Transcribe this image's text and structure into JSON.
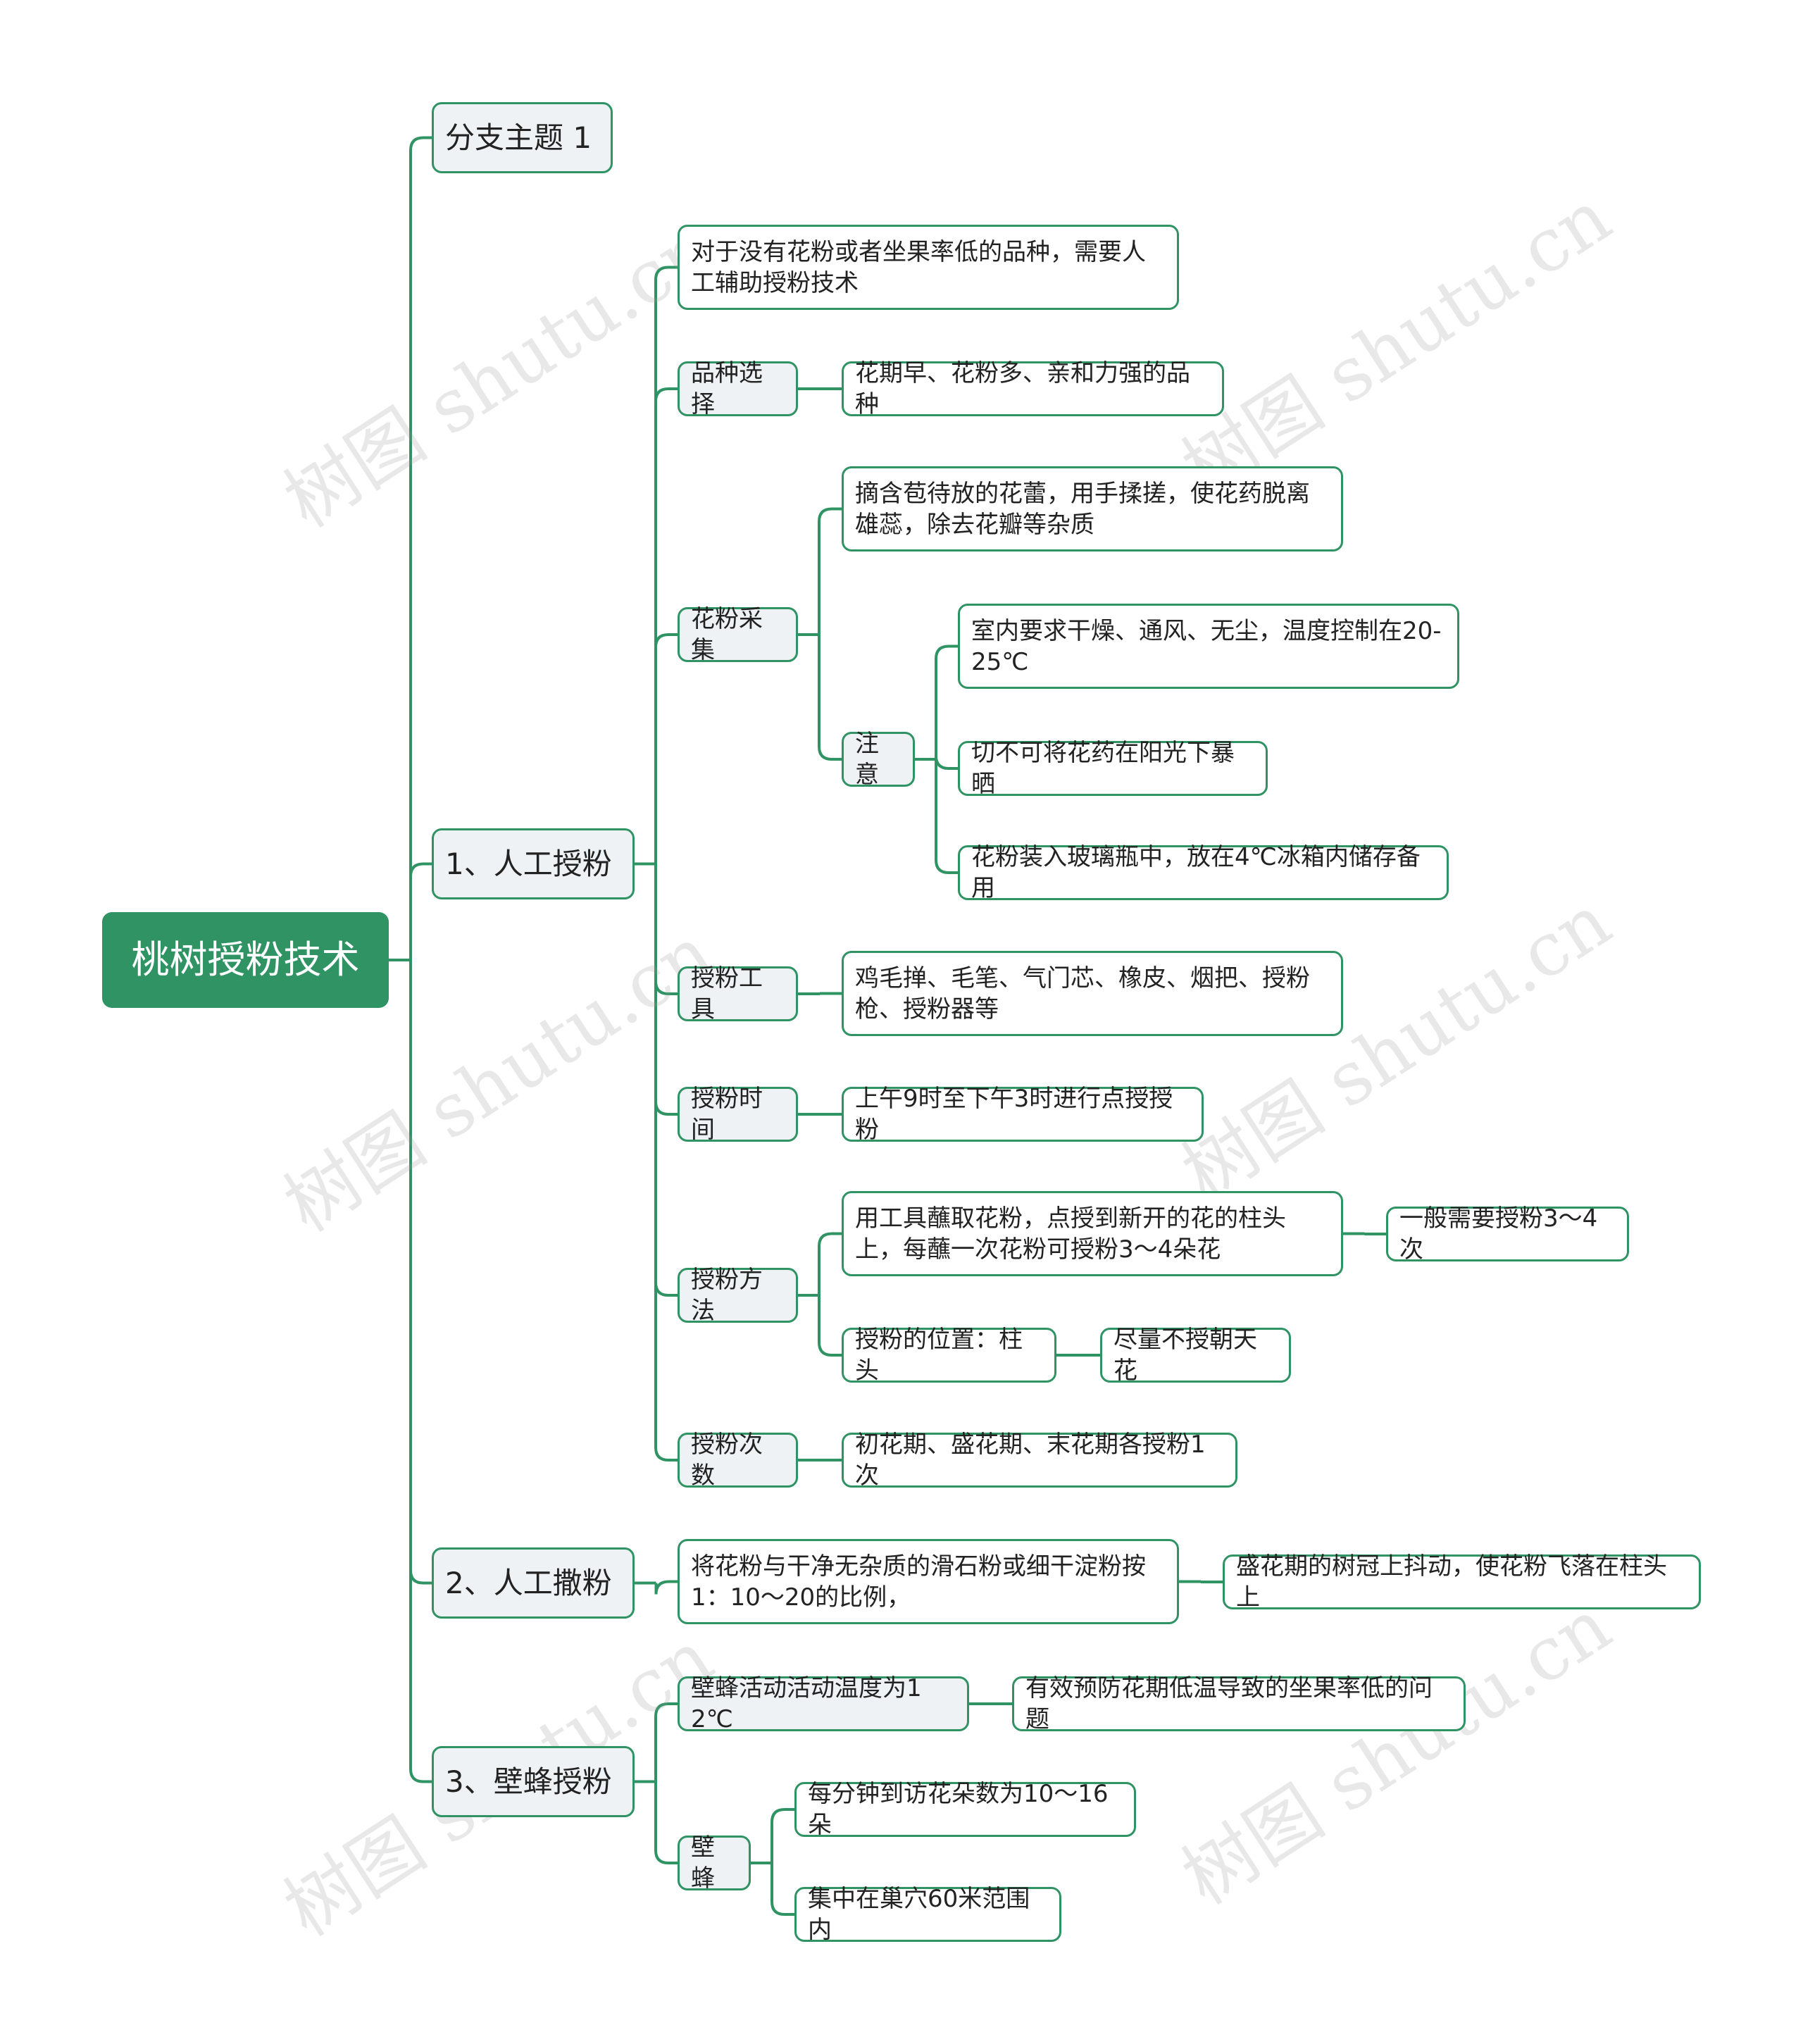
{
  "root": {
    "label": "桃树授粉技术"
  },
  "branches": {
    "b0": "分支主题 1",
    "b1": "1、人工授粉",
    "b2": "2、人工撒粉",
    "b3": "3、壁蜂授粉"
  },
  "b1": {
    "intro": "对于没有花粉或者坐果率低的品种，需要人工辅助授粉技术",
    "variety": "品种选择",
    "variety_detail": "花期早、花粉多、亲和力强的品种",
    "collect": "花粉采集",
    "collect_step": "摘含苞待放的花蕾，用手揉搓，使花药脱离雄蕊，除去花瓣等杂质",
    "notice": "注意",
    "notice_1": "室内要求干燥、通风、无尘，温度控制在20-25℃",
    "notice_2": "切不可将花药在阳光下暴晒",
    "notice_3": "花粉装入玻璃瓶中，放在4℃冰箱内储存备用",
    "tools": "授粉工具",
    "tools_detail": "鸡毛掸、毛笔、气门芯、橡皮、烟把、授粉枪、授粉器等",
    "time": "授粉时间",
    "time_detail": "上午9时至下午3时进行点授授粉",
    "method": "授粉方法",
    "method_1": "用工具蘸取花粉，点授到新开的花的柱头上，每蘸一次花粉可授粉3～4朵花",
    "method_1_note": "一般需要授粉3～4次",
    "method_2": "授粉的位置：柱头",
    "method_2_note": "尽量不授朝天花",
    "count": "授粉次数",
    "count_detail": "初花期、盛花期、末花期各授粉1次"
  },
  "b2": {
    "mix": "将花粉与干净无杂质的滑石粉或细干淀粉按1：10～20的比例，",
    "shake": "盛花期的树冠上抖动，使花粉飞落在柱头上"
  },
  "b3": {
    "temp": "壁蜂活动活动温度为12℃",
    "temp_effect": "有效预防花期低温导致的坐果率低的问题",
    "bee": "壁蜂",
    "bee_1": "每分钟到访花朵数为10～16朵",
    "bee_2": "集中在巢穴60米范围内"
  },
  "watermark": "树图 shutu.cn",
  "colors": {
    "accent": "#2f9364",
    "branch_fill": "#eef2f4",
    "line": "#2f9364"
  }
}
